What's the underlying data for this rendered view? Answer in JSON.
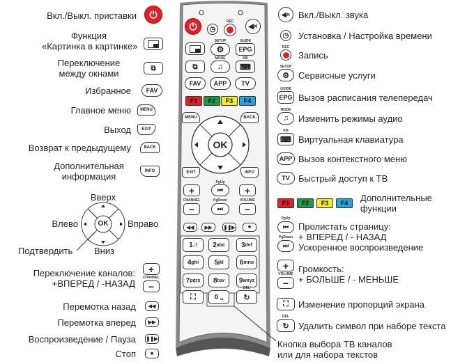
{
  "left": {
    "power": "Вкл./Выкл. приставки",
    "pip": [
      "Функция",
      "«Картинка в картинке»"
    ],
    "swap": [
      "Переключение",
      "между окнами"
    ],
    "fav": "Избранное",
    "menu": "Главное меню",
    "exit": "Выход",
    "back": "Возврат к предыдущему",
    "info": [
      "Дополнительная",
      "информация"
    ],
    "up": "Вверх",
    "left": "Влево",
    "right": "Вправо",
    "down": "Вниз",
    "confirm": "Подтвердить",
    "channel": [
      "Переключение каналов:",
      "+ВПЕРЕД / -НАЗАД"
    ],
    "rewind": "Перемотка назад",
    "ff": "Перемотка вперед",
    "playpause": "Воспроизведение / Пауза",
    "stop": "Стоп"
  },
  "right": {
    "mute": "Вкл./Выкл. звука",
    "clock": "Установка / Настройка времени",
    "rec": "Запись",
    "setup": "Сервисные услуги",
    "epg": "Вызов расписания телепередач",
    "mode": "Изменить режимы аудио",
    "kb": "Виртуальная клавиатура",
    "app": "Вызов контекстного меню",
    "tv": "Быстрый доступ к ТВ",
    "fkeys": [
      "Дополнительные",
      "функции"
    ],
    "page": [
      "Пролистать страницу:",
      "+ ВПЕРЕД / - НАЗАД",
      "Ускоренное воспроизведение"
    ],
    "volume": [
      "Громкость:",
      "+ БОЛЬШЕ / - МЕНЬШЕ"
    ],
    "aspect": "Изменение пропорций экрана",
    "del": "Удалить символ при наборе текста",
    "numpad": [
      "Кнопка выбора ТВ каналов",
      "или для набора текстов"
    ]
  },
  "keys": {
    "rec": "REC",
    "setup": "SETUP",
    "guide": "GUIDE",
    "epg": "EPG",
    "mode": "MODE",
    "kb": "KB",
    "fav": "FAV",
    "app": "APP",
    "tv": "TV",
    "f1": "F1",
    "f2": "F2",
    "f3": "F3",
    "f4": "F4",
    "menu": "MENU",
    "back": "BACK",
    "ok": "OK",
    "exit": "EXIT",
    "info": "INFO",
    "pgup": "PgUp",
    "pgdown": "PgDown",
    "channel": "CHANNEL",
    "volume": "VOLUME",
    "del": "DEL",
    "plus": "+",
    "minus": "−",
    "digits": [
      [
        "1",
        ".:/"
      ],
      [
        "2",
        "abc"
      ],
      [
        "3",
        "def"
      ],
      [
        "4",
        "ghi"
      ],
      [
        "5",
        "jkl"
      ],
      [
        "6",
        "mno"
      ],
      [
        "7",
        "pqrs"
      ],
      [
        "8",
        "tuv"
      ],
      [
        "9",
        "wxyz"
      ],
      [
        "0",
        "␣"
      ]
    ]
  },
  "colors": {
    "red": "#e32028",
    "green": "#1a9a48",
    "yellow": "#f7ea1d",
    "blue": "#2aa6df"
  }
}
